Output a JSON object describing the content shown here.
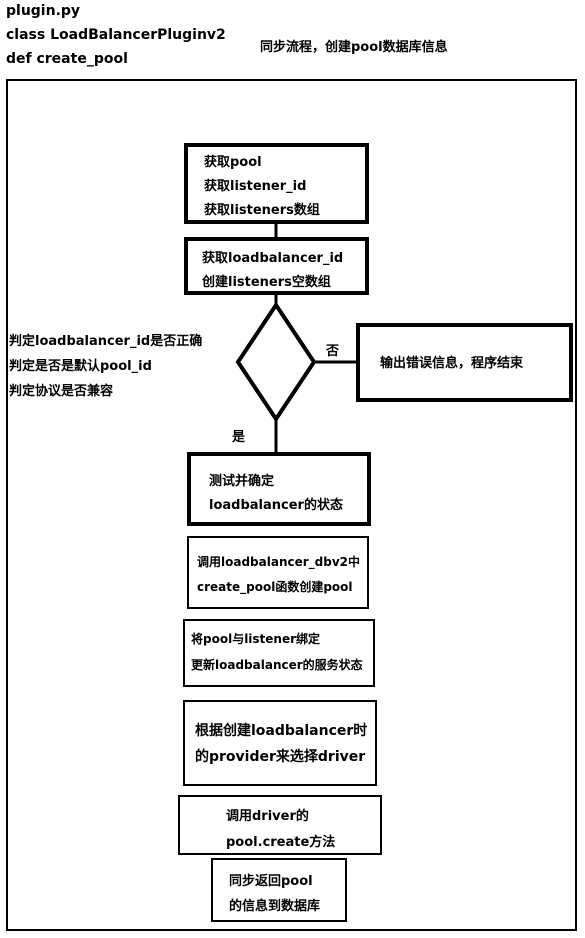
{
  "header": {
    "file": "plugin.py",
    "class_line": "class LoadBalancerPluginv2",
    "def_line": "def create_pool",
    "note": "同步流程，创建pool数据库信息"
  },
  "flow": {
    "step1": [
      "获取pool",
      "获取listener_id",
      "获取listeners数组"
    ],
    "step2": [
      "获取loadbalancer_id",
      "创建listeners空数组"
    ],
    "decision_conditions": [
      "判定loadbalancer_id是否正确",
      "判定是否是默认pool_id",
      "判定协议是否兼容"
    ],
    "no_label": "否",
    "yes_label": "是",
    "error_box": "输出错误信息，程序结束",
    "step3": [
      "测试并确定",
      "loadbalancer的状态"
    ],
    "step4": [
      "调用loadbalancer_dbv2中",
      "create_pool函数创建pool"
    ],
    "step5": [
      "将pool与listener绑定",
      "更新loadbalancer的服务状态"
    ],
    "step6": [
      "根据创建loadbalancer时",
      "的provider来选择driver"
    ],
    "step7": [
      "调用driver的",
      "pool.create方法"
    ],
    "step8": [
      "同步返回pool",
      "的信息到数据库"
    ]
  }
}
